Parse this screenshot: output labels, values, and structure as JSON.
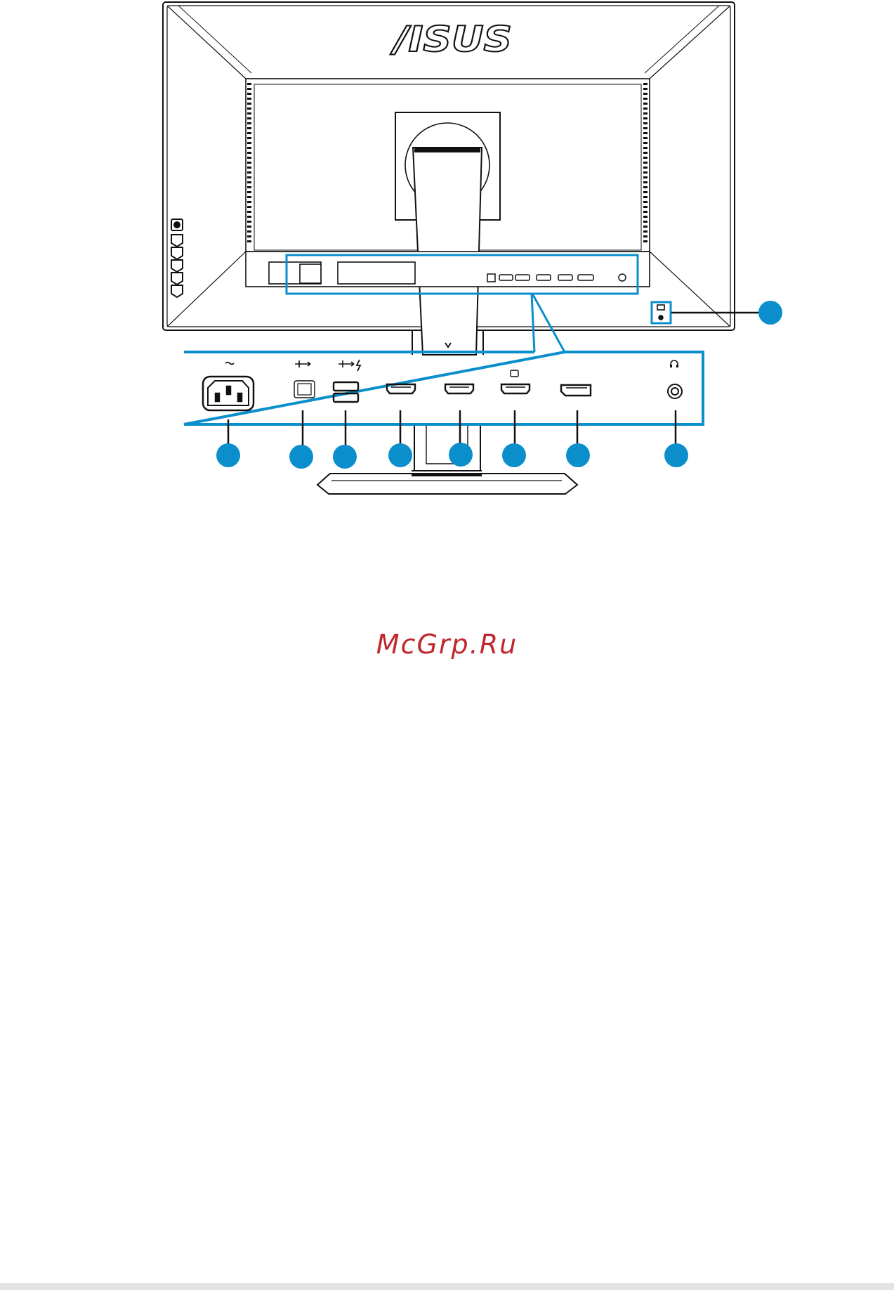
{
  "brand": "/ISUS",
  "watermark": "McGrp.Ru",
  "callout_count": 9,
  "colors": {
    "accent": "#0a8fcc",
    "outline": "#111111",
    "watermark": "#c0282e",
    "footer_strip": "#e3e3e3"
  },
  "ports": [
    {
      "id": "ac-power-in",
      "icon": "ac-power-icon"
    },
    {
      "id": "usb-upstream",
      "icon": "usb-icon"
    },
    {
      "id": "usb-downstream",
      "icon": "usb-charge-icon"
    },
    {
      "id": "hdmi-1",
      "icon": "hdmi-port-icon"
    },
    {
      "id": "hdmi-2",
      "icon": "hdmi-port-icon"
    },
    {
      "id": "mhl-hdmi",
      "icon": "mhl-icon"
    },
    {
      "id": "displayport",
      "icon": "displayport-icon"
    },
    {
      "id": "earphone-jack",
      "icon": "headphone-icon"
    }
  ],
  "lock": {
    "id": "kensington-lock",
    "icon": "lock-icon"
  }
}
